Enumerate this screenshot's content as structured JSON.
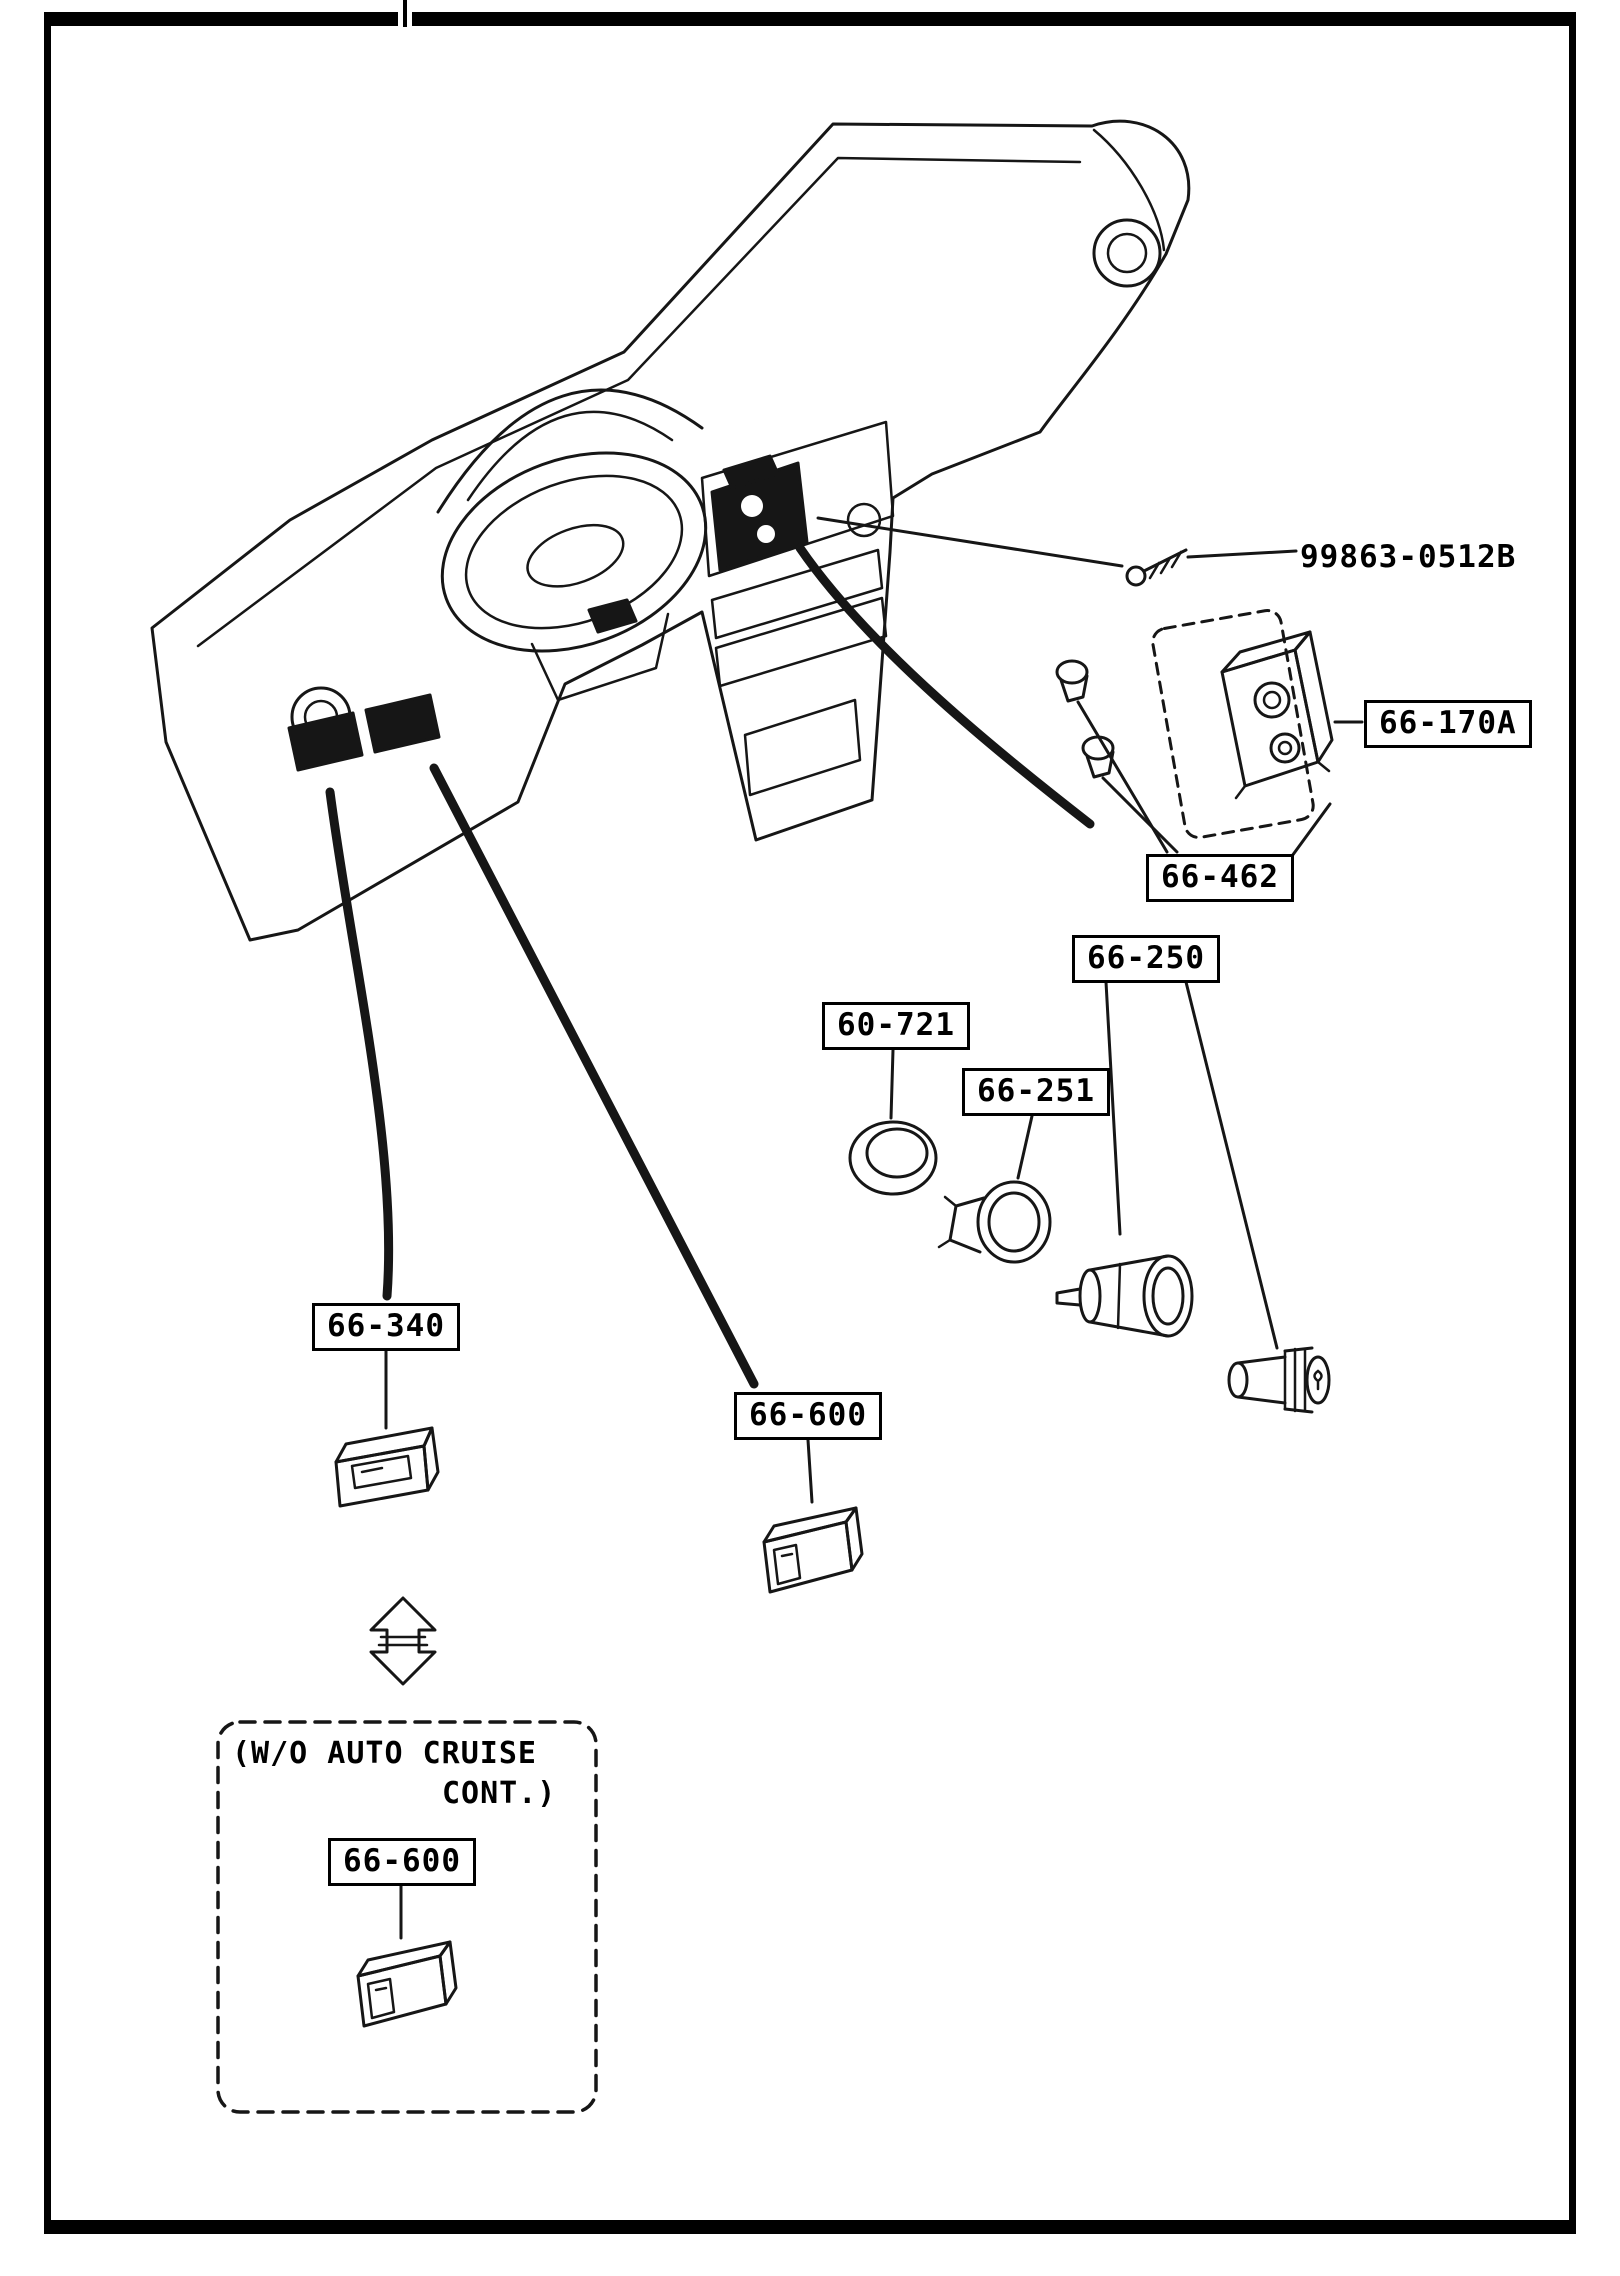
{
  "page": {
    "background": "#ffffff",
    "frame_color": "#000000",
    "line_color": "#161616"
  },
  "diagram": {
    "callouts": [
      {
        "id": "tapping-screw",
        "part_no": "99863-0512B",
        "boxed": false
      },
      {
        "id": "switch-66-170a",
        "part_no": "66-170A",
        "boxed": true
      },
      {
        "id": "bulb-sockets",
        "part_no": "66-462",
        "boxed": true
      },
      {
        "id": "cigarette-lighter",
        "part_no": "66-250",
        "boxed": true
      },
      {
        "id": "lighter-ring",
        "part_no": "60-721",
        "boxed": true
      },
      {
        "id": "lighter-socket-housing",
        "part_no": "66-251",
        "boxed": true
      },
      {
        "id": "switch-66-340",
        "part_no": "66-340",
        "boxed": true
      },
      {
        "id": "switch-66-600",
        "part_no": "66-600",
        "boxed": true
      },
      {
        "id": "switch-66-600-wo-cruise",
        "part_no": "66-600",
        "boxed": true
      }
    ],
    "note": {
      "line1": "(W/O AUTO CRUISE",
      "line2": "CONT.)"
    }
  }
}
